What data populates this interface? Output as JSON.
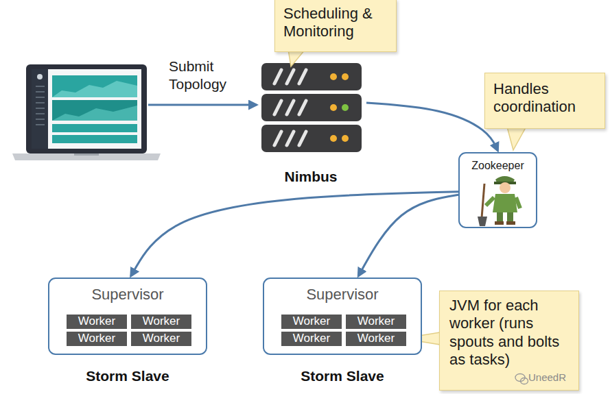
{
  "diagram": {
    "nodes": [
      {
        "text": [
          "Scheduling & Monitoring"
        ]
      },
      {
        "text": [
          "Nimbus"
        ]
      },
      {
        "text": [
          "Handles coordination"
        ]
      },
      {
        "text": [
          "Zookeeper"
        ]
      },
      {
        "text": [
          "Supervisor",
          "Storm Slave"
        ]
      },
      {
        "text": [
          "Worker"
        ],
        "in": 4
      },
      {
        "text": [
          "Worker"
        ],
        "in": 4
      },
      {
        "text": [
          "Worker"
        ],
        "in": 4
      },
      {
        "text": [
          "Worker"
        ],
        "in": 4
      },
      {
        "text": [
          "Supervisor",
          "Storm Slave"
        ]
      },
      {
        "text": [
          "Worker"
        ],
        "in": 9
      },
      {
        "text": [
          "Worker"
        ],
        "in": 9
      },
      {
        "text": [
          "Worker"
        ],
        "in": 9
      },
      {
        "text": [
          "Worker"
        ],
        "in": 9
      },
      {
        "text": [
          "JVM for each worker (runs spouts and bolts as tasks)"
        ]
      }
    ],
    "edges": [
      {
        "from": 1,
        "to": 3,
        "arrow": "to"
      },
      {
        "from": 3,
        "to": 4,
        "arrow": "to"
      },
      {
        "from": 3,
        "to": 9,
        "arrow": "to"
      }
    ],
    "labels": [
      "Submit Topology",
      "UneedR"
    ]
  }
}
